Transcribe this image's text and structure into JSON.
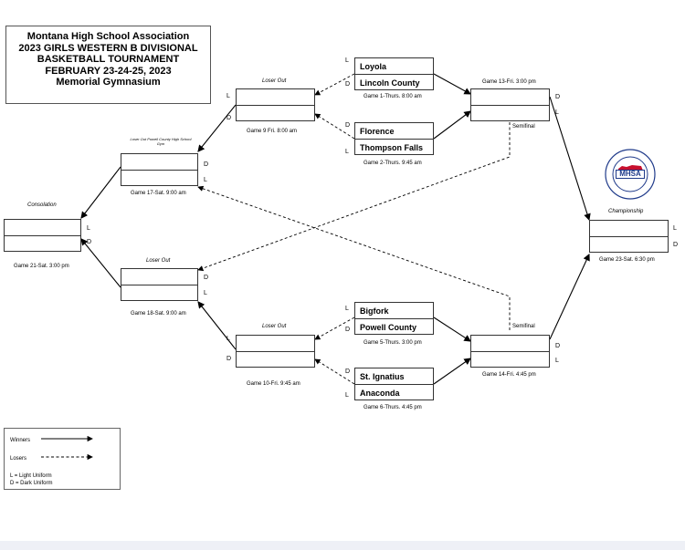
{
  "header": {
    "line1": "Montana High School Association",
    "line2": "2023 GIRLS WESTERN B DIVISIONAL",
    "line3": "BASKETBALL TOURNAMENT",
    "line4": "FEBRUARY 23-24-25, 2023",
    "line5": "Memorial Gymnasium"
  },
  "logo": {
    "text": "MHSA",
    "ring_text": "MONTANA HIGH SCHOOL ASSOCIATION"
  },
  "teams": {
    "g1_top": "Loyola",
    "g1_bottom": "Lincoln County",
    "g2_top": "Florence",
    "g2_bottom": "Thompson Falls",
    "g5_top": "Bigfork",
    "g5_bottom": "Powell County",
    "g6_top": "St. Ignatius",
    "g6_bottom": "Anaconda"
  },
  "games": {
    "g1": "Game 1-Thurs. 8:00 am",
    "g2": "Game 2-Thurs. 9:45 am",
    "g5": "Game 5-Thurs. 3:00 pm",
    "g6": "Game 6-Thurs. 4:45 pm",
    "g9": "Game 9 Fri. 8:00 am",
    "g10": "Game 10-Fri. 9:45 am",
    "g13": "Game 13-Fri. 3:00 pm",
    "g14": "Game 14-Fri. 4:45 pm",
    "g17": "Game 17-Sat. 9:00 am",
    "g18": "Game 18-Sat. 9:00 am",
    "g21": "Game 21-Sat. 3:00 pm",
    "g23": "Game 23-Sat. 6:30 pm"
  },
  "labels": {
    "loser_out": "Loser Out",
    "loser_out_powell": "Loser Out Powell County High School Gym",
    "semifinal": "Semifinal",
    "consolation": "Consolation",
    "championship": "Championship",
    "L": "L",
    "D": "D"
  },
  "legend": {
    "winners": "Winners",
    "losers": "Losers",
    "light": "L = Light Uniform",
    "dark": "D = Dark Uniform"
  }
}
